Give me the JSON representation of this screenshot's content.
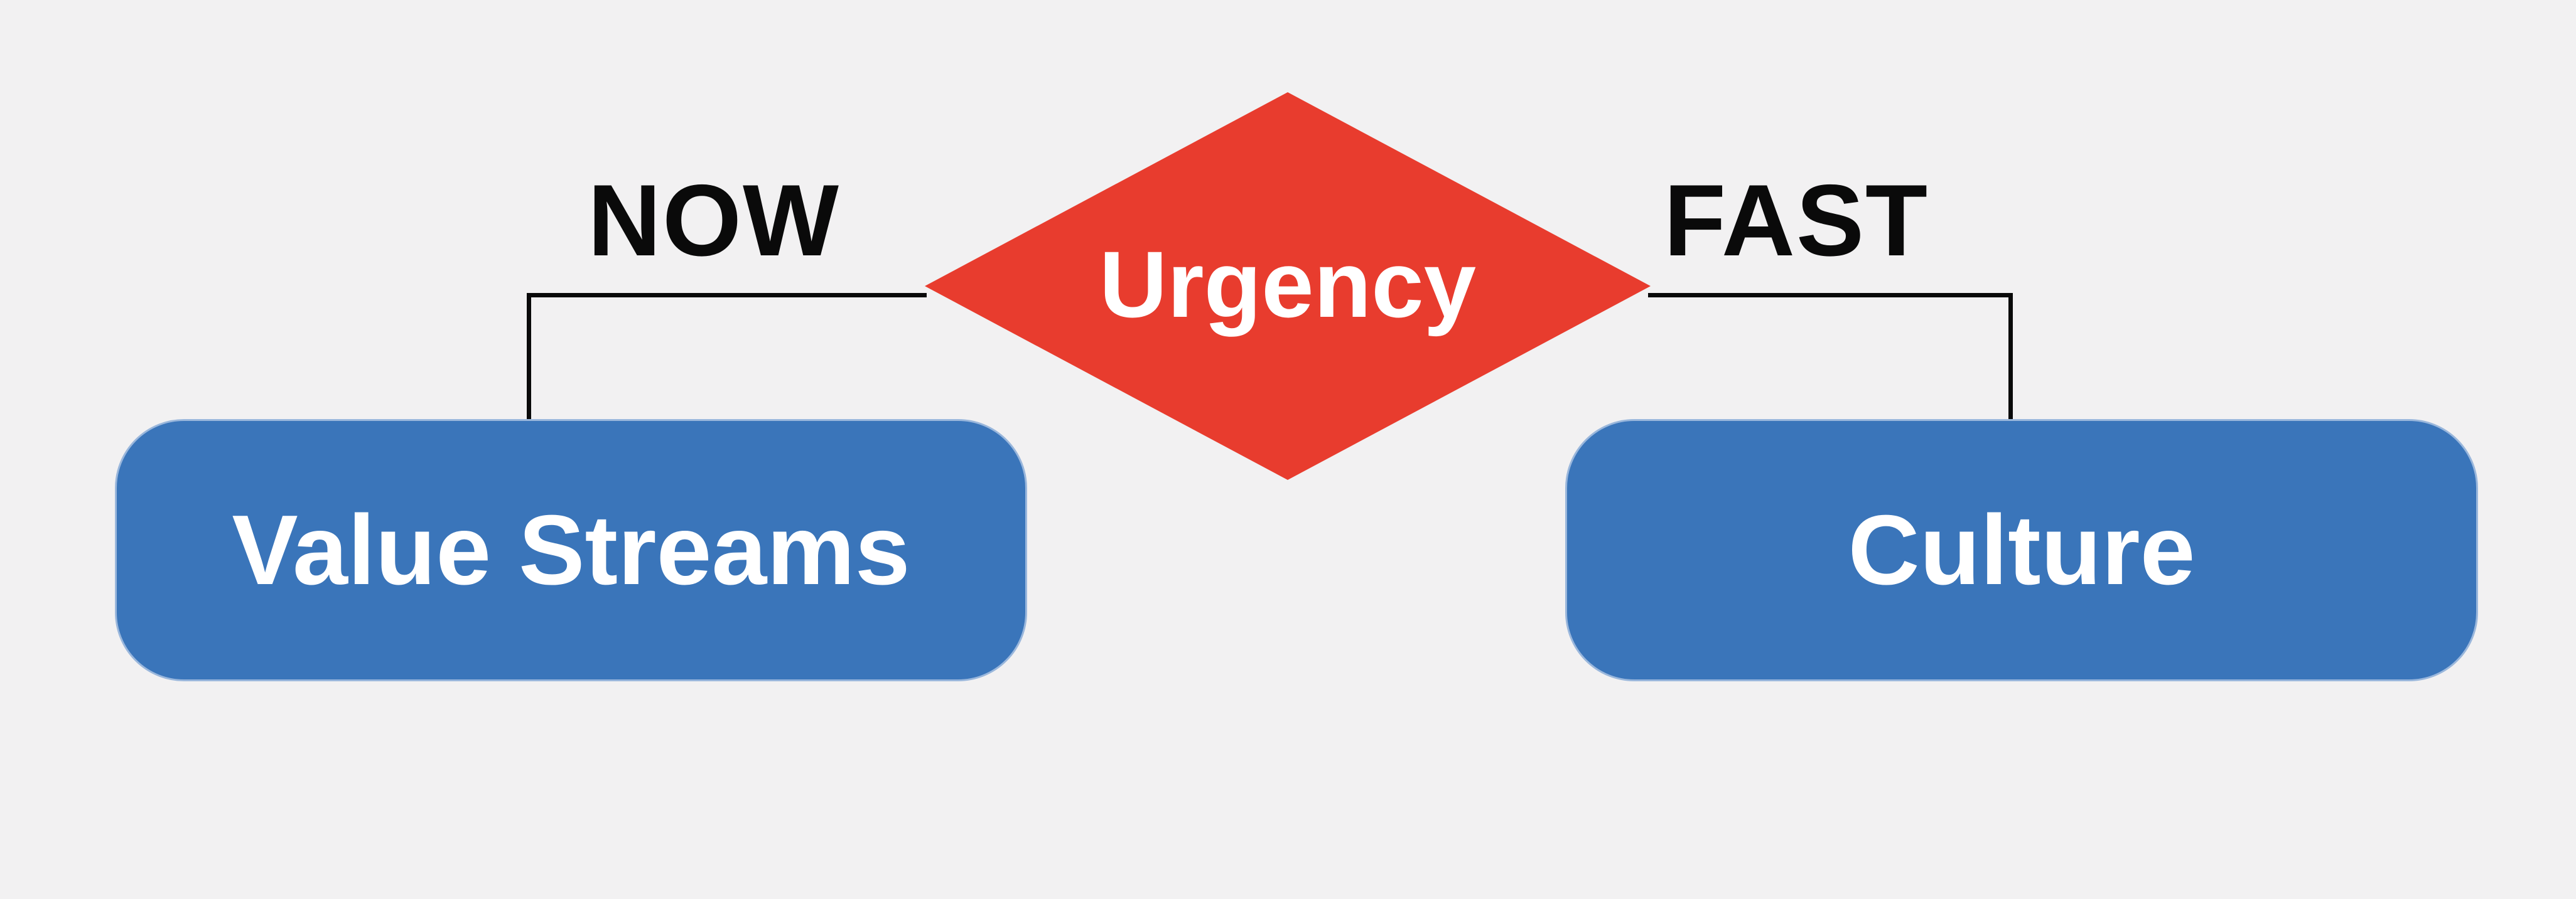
{
  "diagram": {
    "type": "flowchart",
    "background_color": "#f2f1f2",
    "line_color": "#0a0a0a",
    "decision": {
      "label": "Urgency",
      "shape": "diamond",
      "fill": "#e83c2e",
      "text_color": "#ffffff"
    },
    "branches": [
      {
        "label": "NOW",
        "direction": "left",
        "target": {
          "label": "Value Streams",
          "shape": "rounded-rectangle",
          "fill": "#3a75ba",
          "border_color": "#9ab7dc",
          "text_color": "#ffffff"
        }
      },
      {
        "label": "FAST",
        "direction": "right",
        "target": {
          "label": "Culture",
          "shape": "rounded-rectangle",
          "fill": "#3a75ba",
          "border_color": "#9ab7dc",
          "text_color": "#ffffff"
        }
      }
    ]
  }
}
